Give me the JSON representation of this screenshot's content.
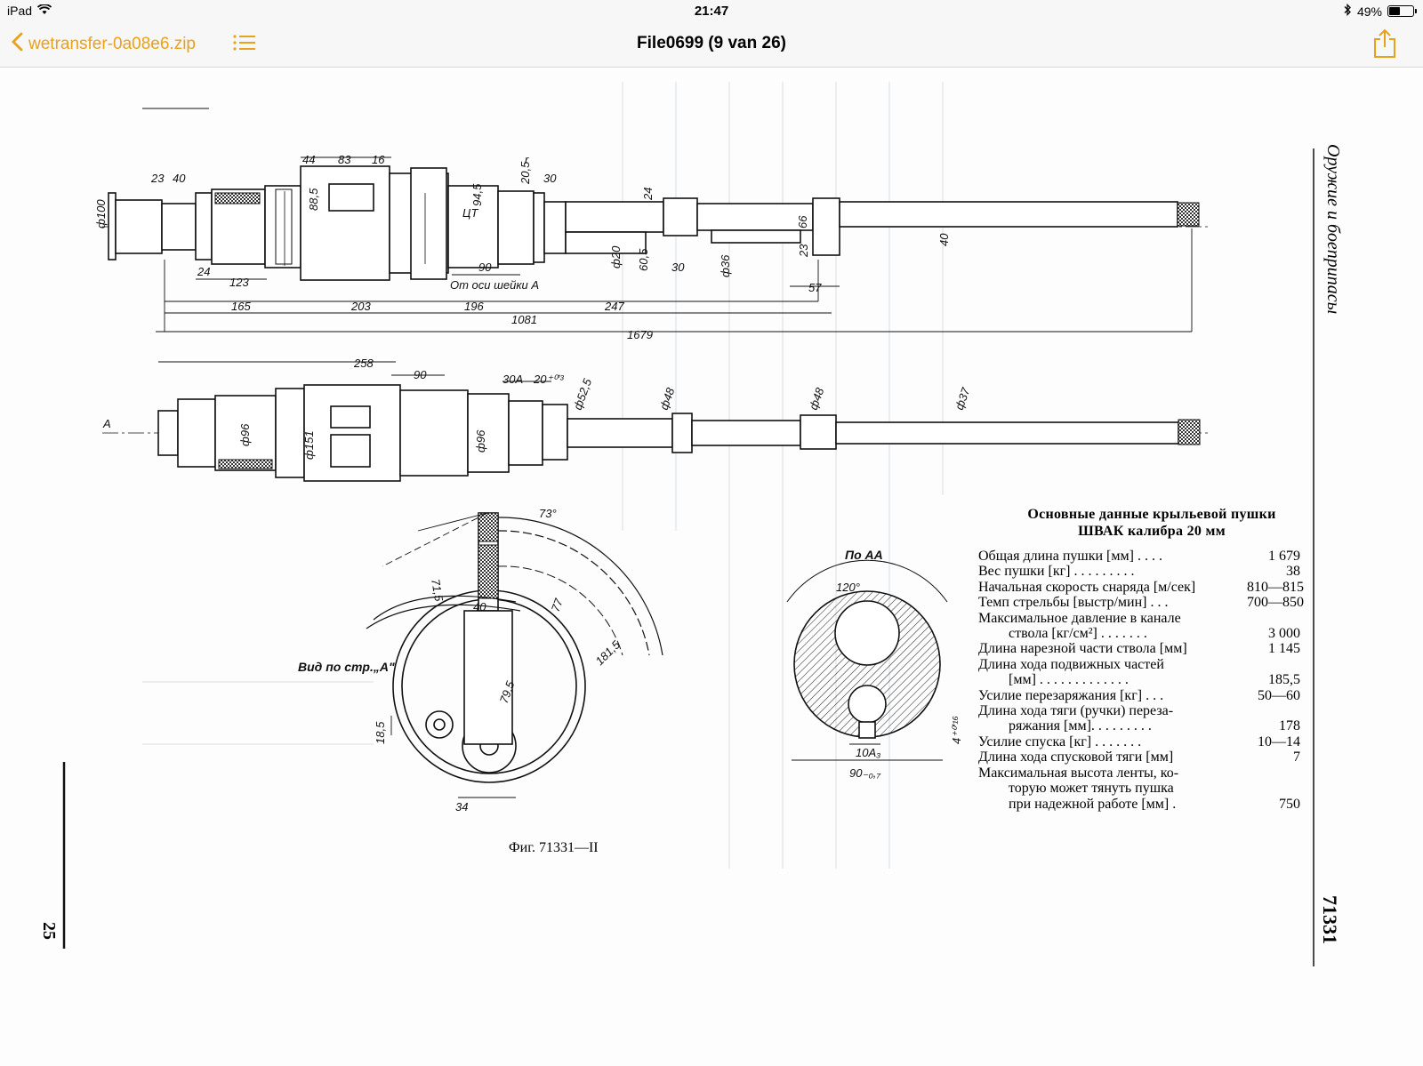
{
  "status_bar": {
    "device": "iPad",
    "time": "21:47",
    "battery": "49%",
    "battery_level": 0.49
  },
  "nav": {
    "back_label": "wetransfer-0a08e6.zip",
    "title": "File0699 (9 van 26)"
  },
  "icons": {
    "back": "chevron-left-icon",
    "list": "list-icon",
    "share": "share-icon",
    "wifi": "wifi-icon",
    "bluetooth": "bluetooth-icon",
    "battery": "battery-icon"
  },
  "colors": {
    "accent": "#e8a21a",
    "bar": "#f7f7f7"
  },
  "document": {
    "side_title": "Оружие и боеприпасы",
    "side_number": "71331",
    "page_number": "25",
    "figure_caption": "Фиг. 71331—II",
    "spec_title_line1": "Основные данные крыльевой пушки",
    "spec_title_line2": "ШВАК калибра 20 мм",
    "specs": [
      {
        "label": "Общая длина пушки [мм] . . . .",
        "value": "1 679"
      },
      {
        "label": "Вес пушки [кг] . . . . . . . . .",
        "value": "38"
      },
      {
        "label": "Начальная скорость снаряда [м/сек]",
        "value": "810—815"
      },
      {
        "label": "Темп стрельбы [выстр/мин] . . .",
        "value": "700—850"
      },
      {
        "label": "Максимальное давление в канале",
        "value": ""
      },
      {
        "label": "ствола [кг/см²] . . . . . . .",
        "value": "3 000",
        "indent": true
      },
      {
        "label": "Длина нарезной части ствола [мм]",
        "value": "1 145"
      },
      {
        "label": "Длина хода подвижных частей",
        "value": ""
      },
      {
        "label": "[мм] . . . . . . . . . . . . .",
        "value": "185,5",
        "indent": true
      },
      {
        "label": "Усилие перезаряжания [кг] . . .",
        "value": "50—60"
      },
      {
        "label": "Длина хода тяги (ручки) переза-",
        "value": ""
      },
      {
        "label": "ряжания [мм]. . . . . . . . .",
        "value": "178",
        "indent": true
      },
      {
        "label": "Усилие спуска [кг] . . . . . . .",
        "value": "10—14"
      },
      {
        "label": "Длина хода спусковой тяги [мм]",
        "value": "7"
      },
      {
        "label": "Максимальная высота ленты, ко-",
        "value": ""
      },
      {
        "label": "торую может тянуть пушка",
        "value": "",
        "indent": true
      },
      {
        "label": "при надежной работе [мм] .",
        "value": "750",
        "indent": true
      }
    ],
    "dims_top": {
      "d100": "ф100",
      "w23": "23",
      "w40": "40",
      "w44": "44",
      "w83": "83",
      "w16": "16",
      "w88": "88,5",
      "w94": "94,5",
      "w20": "20,5",
      "w30": "30",
      "w24": "24",
      "w66": "66",
      "w40b": "40",
      "ct": "ЦТ",
      "w24b": "24",
      "w123": "123",
      "w90": "90",
      "axis_note": "От оси шейки А",
      "d20": "ф20",
      "w60": "60,5",
      "w30b": "30",
      "d36": "ф36",
      "w23b": "23",
      "w57": "57",
      "r": "r",
      "w165": "165",
      "w203": "203",
      "w196": "196",
      "w247": "247",
      "w1081": "1081",
      "w1679": "1679"
    },
    "dims_mid": {
      "w258": "258",
      "w90": "90",
      "w30a": "30А",
      "w20": "20⁺⁰ʼ³",
      "d52": "ф52,5",
      "d48a": "ф48",
      "d48b": "ф48",
      "d37": "ф37",
      "a": "А",
      "d96": "ф96",
      "d151": "ф151",
      "d96b": "ф96"
    },
    "dims_view": {
      "title": "Вид по стр.„А\"",
      "a73": "73°",
      "w71": "71,5",
      "w40": "40",
      "w77": "77",
      "w181": "181,5",
      "w79": "79,5",
      "w18": "18,5",
      "w34": "34"
    },
    "dims_section": {
      "title": "По АА",
      "a120": "120°",
      "w4": "4⁺⁰ʼ¹⁶",
      "w10": "10А₃",
      "w90": "90₋₀,₇"
    }
  }
}
